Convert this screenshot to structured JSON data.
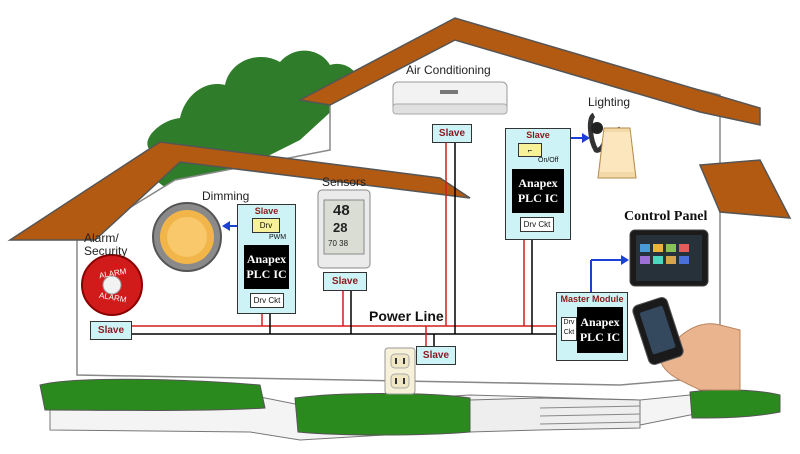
{
  "labels": {
    "air_conditioning": "Air Conditioning",
    "lighting": "Lighting",
    "dimming": "Dimming",
    "sensors": "Sensors",
    "alarm_security": "Alarm/\nSecurity",
    "control_panel": "Control Panel",
    "power_line": "Power Line"
  },
  "modules": {
    "slave_title": "Slave",
    "master_title": "Master Module",
    "plc_line1": "Anapex",
    "plc_line2": "PLC IC",
    "drv_ckt": "Drv Ckt",
    "drv": "Drv",
    "pwm": "PWM",
    "on_off": "On/Off",
    "master_drv_line1": "Drv",
    "master_drv_line2": "Ckt"
  },
  "slave_tags": {
    "alarm": "Slave",
    "sensors": "Slave",
    "air_conditioning": "Slave",
    "outlet": "Slave"
  },
  "devices": {
    "alarm_text_top": "ALARM",
    "alarm_text_bottom": "ALARM",
    "thermostat_top": "48",
    "thermostat_mid": "28",
    "thermostat_bottom": "70 38"
  },
  "colors": {
    "roof": "#b35a12",
    "roof_outline": "#555555",
    "tree": "#2f7d2a",
    "grass": "#2b8a1e",
    "wire_red": "#d21e1e",
    "wire_black": "#000000",
    "wire_blue": "#1c3fd6",
    "module_fill": "#cdf3f7",
    "module_title": "#8a1a1a"
  }
}
